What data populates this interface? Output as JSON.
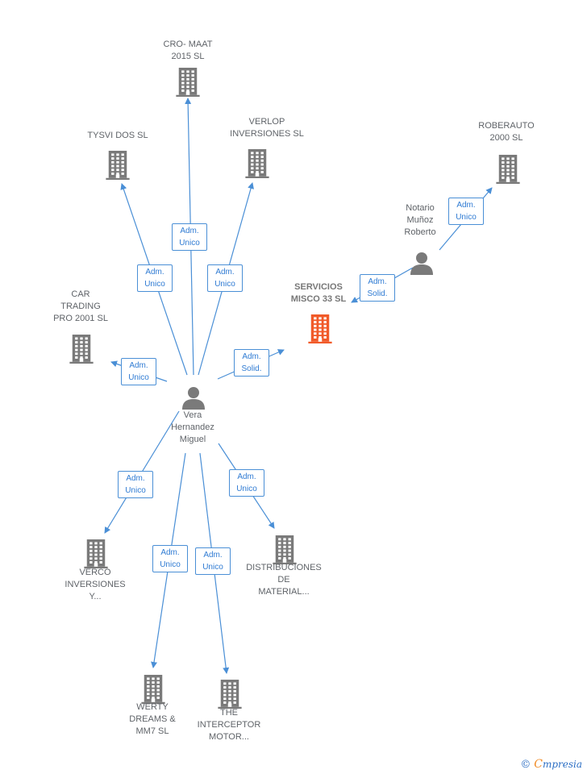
{
  "nodes": [
    {
      "id": "cro_maat",
      "type": "company",
      "label": "CRO- MAAT\n2015  SL"
    },
    {
      "id": "tysvi",
      "type": "company",
      "label": "TYSVI DOS SL"
    },
    {
      "id": "verlop",
      "type": "company",
      "label": "VERLOP\nINVERSIONES SL"
    },
    {
      "id": "roberauto",
      "type": "company",
      "label": "ROBERAUTO\n2000  SL"
    },
    {
      "id": "car_trading",
      "type": "company",
      "label": "CAR\nTRADING\nPRO 2001  SL"
    },
    {
      "id": "servicios",
      "type": "company-focus",
      "label": "SERVICIOS\nMISCO 33  SL"
    },
    {
      "id": "notario",
      "type": "person",
      "label": "Notario\nMuñoz\nRoberto"
    },
    {
      "id": "vera",
      "type": "person",
      "label": "Vera\nHernandez\nMiguel"
    },
    {
      "id": "verco",
      "type": "company",
      "label": "VERCO\nINVERSIONES\nY..."
    },
    {
      "id": "distribuciones",
      "type": "company",
      "label": "DISTRIBUCIONES\nDE\nMATERIAL..."
    },
    {
      "id": "werty",
      "type": "company",
      "label": "WERTY\nDREAMS &\nMM7  SL"
    },
    {
      "id": "interceptor",
      "type": "company",
      "label": "THE\nINTERCEPTOR\nMOTOR..."
    }
  ],
  "edges": [
    {
      "from": "vera",
      "to": "cro_maat",
      "label": "Adm.\nUnico"
    },
    {
      "from": "vera",
      "to": "tysvi",
      "label": "Adm.\nUnico"
    },
    {
      "from": "vera",
      "to": "verlop",
      "label": "Adm.\nUnico"
    },
    {
      "from": "vera",
      "to": "car_trading",
      "label": "Adm.\nUnico"
    },
    {
      "from": "vera",
      "to": "servicios",
      "label": "Adm.\nSolid."
    },
    {
      "from": "notario",
      "to": "servicios",
      "label": "Adm.\nSolid."
    },
    {
      "from": "notario",
      "to": "roberauto",
      "label": "Adm.\nUnico"
    },
    {
      "from": "vera",
      "to": "verco",
      "label": "Adm.\nUnico"
    },
    {
      "from": "vera",
      "to": "distribuciones",
      "label": "Adm.\nUnico"
    },
    {
      "from": "vera",
      "to": "werty",
      "label": "Adm.\nUnico"
    },
    {
      "from": "vera",
      "to": "interceptor",
      "label": "Adm.\nUnico"
    }
  ],
  "colors": {
    "company": "#7a7a7a",
    "company_focus": "#f15a29",
    "person": "#7a7a7a",
    "edge": "#4a8fd6",
    "label_text": "#2f7bd3"
  },
  "footer": {
    "copyright": "©",
    "brand_initial": "C",
    "brand_rest": "mpresia"
  }
}
